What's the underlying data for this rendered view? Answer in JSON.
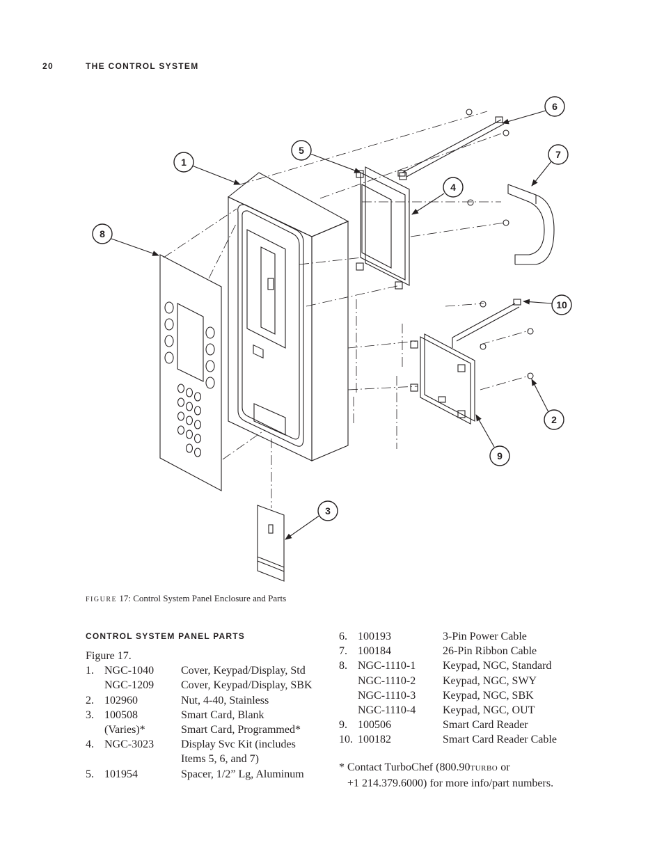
{
  "header": {
    "page_number": "20",
    "section_title": "THE CONTROL SYSTEM"
  },
  "figure": {
    "caption_label": "Figure",
    "caption_number": "17",
    "caption_text": ": Control System Panel Enclosure and Parts",
    "callouts": [
      "1",
      "2",
      "3",
      "4",
      "5",
      "6",
      "7",
      "8",
      "9",
      "10"
    ]
  },
  "parts_section": {
    "title": "CONTROL SYSTEM PANEL PARTS",
    "intro": "Figure 17.",
    "left_rows": [
      {
        "num": "1.",
        "part": "NGC-1040",
        "desc": "Cover, Keypad/Display, Std"
      },
      {
        "num": "",
        "part": "NGC-1209",
        "desc": "Cover, Keypad/Display, SBK"
      },
      {
        "num": "2.",
        "part": "102960",
        "desc": "Nut, 4-40, Stainless"
      },
      {
        "num": "3.",
        "part": "100508",
        "desc": "Smart Card, Blank"
      },
      {
        "num": "",
        "part": "(Varies)*",
        "desc": "Smart Card, Programmed*"
      },
      {
        "num": "4.",
        "part": "NGC-3023",
        "desc": "Display Svc Kit (includes"
      },
      {
        "num": "",
        "part": "",
        "desc": "Items 5, 6, and 7)"
      },
      {
        "num": "5.",
        "part": "101954",
        "desc": "Spacer, 1/2” Lg, Aluminum"
      }
    ],
    "right_rows": [
      {
        "num": "6.",
        "part": "100193",
        "desc": "3-Pin Power Cable"
      },
      {
        "num": "7.",
        "part": "100184",
        "desc": "26-Pin Ribbon Cable"
      },
      {
        "num": "8.",
        "part": "NGC-1110-1",
        "desc": "Keypad, NGC, Standard"
      },
      {
        "num": "",
        "part": "NGC-1110-2",
        "desc": "Keypad, NGC, SWY"
      },
      {
        "num": "",
        "part": "NGC-1110-3",
        "desc": "Keypad, NGC, SBK"
      },
      {
        "num": "",
        "part": "NGC-1110-4",
        "desc": "Keypad, NGC, OUT"
      },
      {
        "num": "9.",
        "part": "100506",
        "desc": "Smart Card Reader"
      },
      {
        "num": "10.",
        "part": "100182",
        "desc": "Smart Card Reader Cable"
      }
    ],
    "note_line1_a": "* Contact TurboChef (800.90",
    "note_line1_sc": "TURBO",
    "note_line1_b": " or",
    "note_line2": "+1 214.379.6000) for more info/part numbers."
  }
}
